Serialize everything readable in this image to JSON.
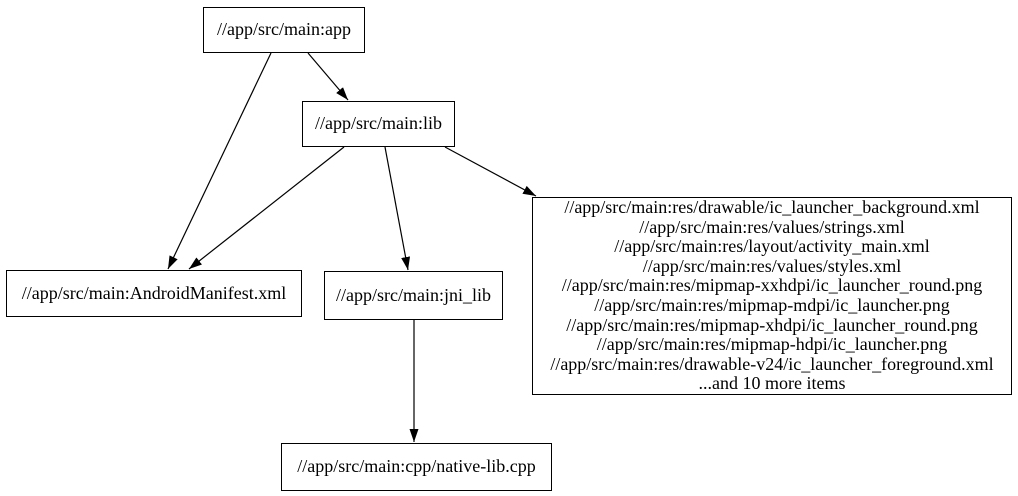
{
  "diagram": {
    "type": "dependency-graph",
    "background_color": "#ffffff",
    "node_border_color": "#000000",
    "edge_color": "#000000",
    "text_color": "#000000",
    "nodes": {
      "app": {
        "label": "//app/src/main:app"
      },
      "lib": {
        "label": "//app/src/main:lib"
      },
      "manifest": {
        "label": "//app/src/main:AndroidManifest.xml"
      },
      "jni_lib": {
        "label": "//app/src/main:jni_lib"
      },
      "native_cpp": {
        "label": "//app/src/main:cpp/native-lib.cpp"
      },
      "resources": {
        "lines": [
          "//app/src/main:res/drawable/ic_launcher_background.xml",
          "//app/src/main:res/values/strings.xml",
          "//app/src/main:res/layout/activity_main.xml",
          "//app/src/main:res/values/styles.xml",
          "//app/src/main:res/mipmap-xxhdpi/ic_launcher_round.png",
          "//app/src/main:res/mipmap-mdpi/ic_launcher.png",
          "//app/src/main:res/mipmap-xhdpi/ic_launcher_round.png",
          "//app/src/main:res/mipmap-hdpi/ic_launcher.png",
          "//app/src/main:res/drawable-v24/ic_launcher_foreground.xml",
          "...and 10 more items"
        ]
      }
    },
    "edges": [
      {
        "from": "//app/src/main:app",
        "to": "//app/src/main:lib"
      },
      {
        "from": "//app/src/main:app",
        "to": "//app/src/main:AndroidManifest.xml"
      },
      {
        "from": "//app/src/main:lib",
        "to": "//app/src/main:AndroidManifest.xml"
      },
      {
        "from": "//app/src/main:lib",
        "to": "//app/src/main:jni_lib"
      },
      {
        "from": "//app/src/main:lib",
        "to": "resources-group"
      },
      {
        "from": "//app/src/main:jni_lib",
        "to": "//app/src/main:cpp/native-lib.cpp"
      }
    ]
  }
}
